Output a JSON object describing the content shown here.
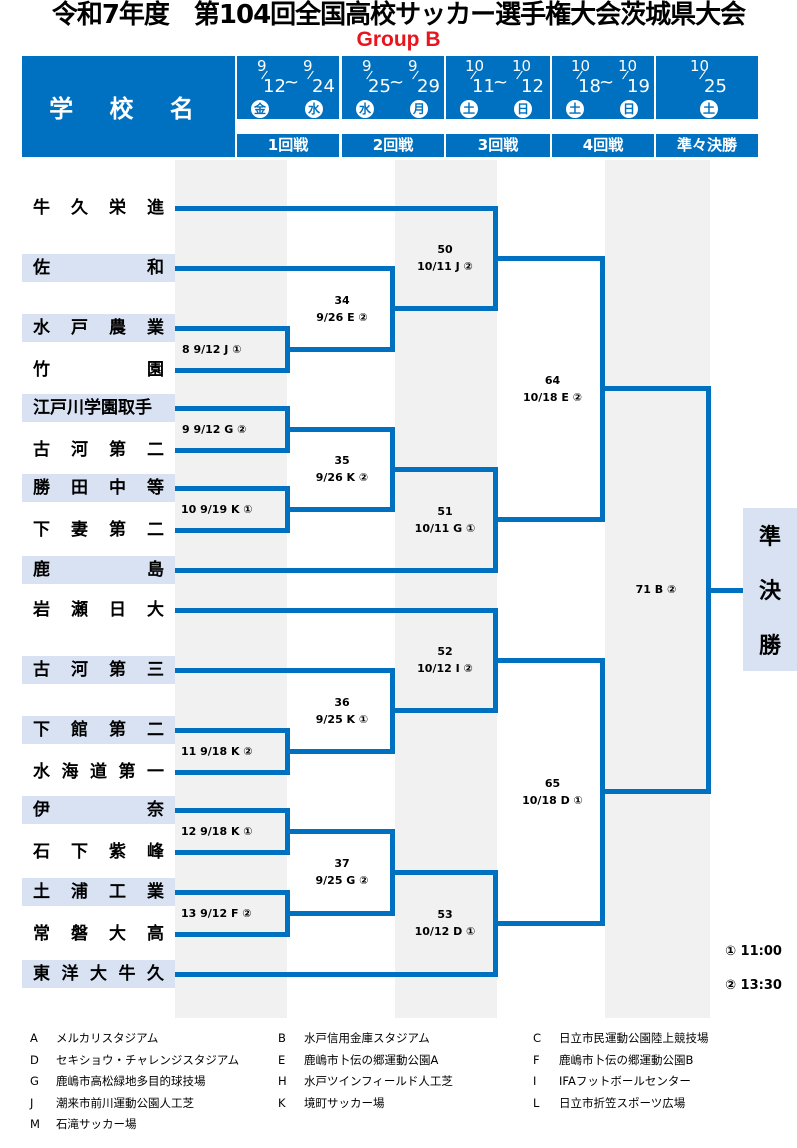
{
  "title": "令和7年度　第104回全国高校サッカー選手権大会茨城県大会",
  "subtitle": "Group B",
  "header": {
    "school_label": "学 校 名",
    "rounds": [
      {
        "label": "1回戦",
        "start_month": "9",
        "start_day": "12",
        "start_dow": "金",
        "end_month": "9",
        "end_day": "24",
        "end_dow": "水"
      },
      {
        "label": "2回戦",
        "start_month": "9",
        "start_day": "25",
        "start_dow": "水",
        "end_month": "9",
        "end_day": "29",
        "end_dow": "月"
      },
      {
        "label": "3回戦",
        "start_month": "10",
        "start_day": "11",
        "start_dow": "土",
        "end_month": "10",
        "end_day": "12",
        "end_dow": "日"
      },
      {
        "label": "4回戦",
        "start_month": "10",
        "start_day": "18",
        "start_dow": "土",
        "end_month": "10",
        "end_day": "19",
        "end_dow": "日"
      },
      {
        "label": "準々決勝",
        "start_month": "10",
        "start_day": "25",
        "start_dow": "土"
      }
    ],
    "tilde": "~"
  },
  "teams": [
    {
      "name": [
        "牛",
        "久",
        "栄",
        "進"
      ],
      "highlight": false
    },
    {
      "name": [
        "佐",
        "和"
      ],
      "highlight": true
    },
    {
      "name": [
        "水",
        "戸",
        "農",
        "業"
      ],
      "highlight": true
    },
    {
      "name": [
        "竹",
        "園"
      ],
      "highlight": false
    },
    {
      "name": [
        "江戸川学園取手"
      ],
      "highlight": true
    },
    {
      "name": [
        "古",
        "河",
        "第",
        "二"
      ],
      "highlight": false
    },
    {
      "name": [
        "勝",
        "田",
        "中",
        "等"
      ],
      "highlight": true
    },
    {
      "name": [
        "下",
        "妻",
        "第",
        "二"
      ],
      "highlight": false
    },
    {
      "name": [
        "鹿",
        "島"
      ],
      "highlight": true
    },
    {
      "name": [
        "岩",
        "瀬",
        "日",
        "大"
      ],
      "highlight": false
    },
    {
      "name": [
        "古",
        "河",
        "第",
        "三"
      ],
      "highlight": true
    },
    {
      "name": [
        "下",
        "館",
        "第",
        "二"
      ],
      "highlight": true
    },
    {
      "name": [
        "水",
        "海",
        "道",
        "第",
        "一"
      ],
      "highlight": false
    },
    {
      "name": [
        "伊",
        "奈"
      ],
      "highlight": true
    },
    {
      "name": [
        "石",
        "下",
        "紫",
        "峰"
      ],
      "highlight": false
    },
    {
      "name": [
        "土",
        "浦",
        "工",
        "業"
      ],
      "highlight": true
    },
    {
      "name": [
        "常",
        "磐",
        "大",
        "高"
      ],
      "highlight": false
    },
    {
      "name": [
        "東",
        "洋",
        "大",
        "牛",
        "久"
      ],
      "highlight": true
    }
  ],
  "matches": {
    "m8": {
      "no": "8",
      "info": "9/12 J ①"
    },
    "m9": {
      "no": "9",
      "info": "9/12 G ②"
    },
    "m10": {
      "no": "10",
      "info": "9/19 K ①"
    },
    "m11": {
      "no": "11",
      "info": "9/18 K ②"
    },
    "m12": {
      "no": "12",
      "info": "9/18 K ①"
    },
    "m13": {
      "no": "13",
      "info": "9/12 F ②"
    },
    "m34": {
      "no": "34",
      "info": "9/26 E ②"
    },
    "m35": {
      "no": "35",
      "info": "9/26 K ②"
    },
    "m36": {
      "no": "36",
      "info": "9/25 K ①"
    },
    "m37": {
      "no": "37",
      "info": "9/25 G ②"
    },
    "m50": {
      "no": "50",
      "info": "10/11 J ②"
    },
    "m51": {
      "no": "51",
      "info": "10/11 G ①"
    },
    "m52": {
      "no": "52",
      "info": "10/12 I ②"
    },
    "m53": {
      "no": "53",
      "info": "10/12 D ①"
    },
    "m64": {
      "no": "64",
      "info": "10/18 E ②"
    },
    "m65": {
      "no": "65",
      "info": "10/18 D ①"
    },
    "m71": {
      "no": "71",
      "info": "B ②"
    }
  },
  "next_stage": [
    "準",
    "決",
    "勝"
  ],
  "times": [
    {
      "mark": "①",
      "time": "11:00"
    },
    {
      "mark": "②",
      "time": "13:30"
    }
  ],
  "venues": [
    {
      "code": "A",
      "name": "メルカリスタジアム"
    },
    {
      "code": "B",
      "name": "水戸信用金庫スタジアム"
    },
    {
      "code": "C",
      "name": "日立市民運動公園陸上競技場"
    },
    {
      "code": "D",
      "name": "セキショウ・チャレンジスタジアム"
    },
    {
      "code": "E",
      "name": "鹿嶋市卜伝の郷運動公園A"
    },
    {
      "code": "F",
      "name": "鹿嶋市卜伝の郷運動公園B"
    },
    {
      "code": "G",
      "name": "鹿嶋市高松緑地多目的球技場"
    },
    {
      "code": "H",
      "name": "水戸ツインフィールド人工芝"
    },
    {
      "code": "I",
      "name": "IFAフットボールセンター"
    },
    {
      "code": "J",
      "name": "潮来市前川運動公園人工芝"
    },
    {
      "code": "K",
      "name": "境町サッカー場"
    },
    {
      "code": "L",
      "name": "日立市折笠スポーツ広場"
    },
    {
      "code": "M",
      "name": "石滝サッカー場"
    }
  ],
  "colors": {
    "primary": "#0070c0",
    "highlight_row": "#d9e2f3",
    "stripe": "#f1f1f1",
    "subtitle": "#e8141e"
  }
}
